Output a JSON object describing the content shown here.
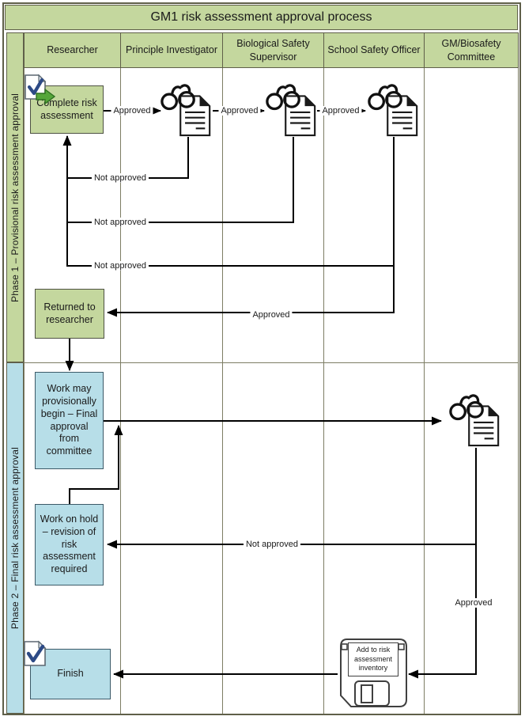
{
  "title": "GM1 risk assessment approval process",
  "lanes": [
    "Researcher",
    "Principle Investigator",
    "Biological Safety Supervisor",
    "School Safety Officer",
    "GM/Biosafety Committee"
  ],
  "phases": {
    "phase1": "Phase 1 – Provisional risk assessment approval",
    "phase2": "Phase 2 – Final risk assessment approval"
  },
  "nodes": {
    "complete_risk": "Complete risk\nassessment",
    "returned": "Returned to\nresearcher",
    "work_begin": "Work may\nprovisionally\nbegin – Final\napproval\nfrom\ncommittee",
    "work_hold": "Work on hold\n– revision of\nrisk\nassessment\nrequired",
    "finish": "Finish",
    "add_inventory": "Add to risk\nassessment\ninventory"
  },
  "edge_labels": {
    "pi_approved": "Approved",
    "bss_approved": "Approved",
    "sso_approved": "Approved",
    "pi_not_approved": "Not approved",
    "bss_not_approved": "Not approved",
    "sso_not_approved": "Not approved",
    "sso_final_approved": "Approved",
    "committee_not_approved": "Not approved",
    "committee_approved": "Approved"
  },
  "icons": {
    "review": "eyeglasses-document-review-icon",
    "start": "checklist-with-green-arrow-icon",
    "finish": "checklist-checkmark-icon",
    "save": "floppy-disk-save-icon"
  },
  "colors": {
    "phase1_green": "#c4d79e",
    "phase2_blue": "#b7dee8",
    "connector_black": "#000000",
    "lane_border": "#7d7d64",
    "outer_border": "#5f5f49",
    "green_node_border": "#4e5243",
    "blue_node_border": "#3c5a68",
    "check_blue": "#2d4a86",
    "arrow_green": "#55a63a"
  }
}
